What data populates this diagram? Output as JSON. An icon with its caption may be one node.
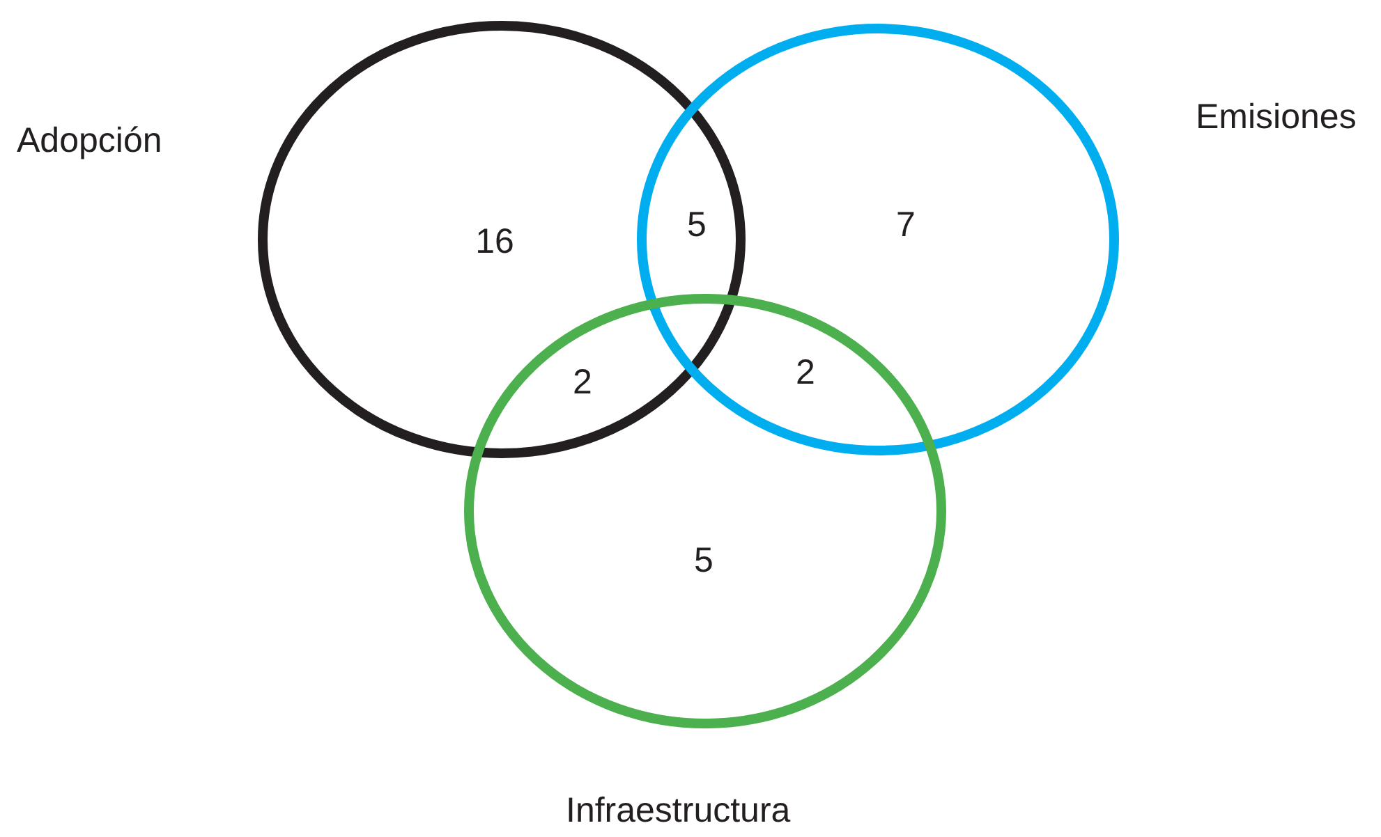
{
  "diagram": {
    "nodes": [
      {
        "text": [
          "Adopción"
        ]
      },
      {
        "text": [
          "Emisiones"
        ]
      },
      {
        "text": [
          "Infraestructura"
        ]
      }
    ],
    "labels": [
      "16",
      "5",
      "7",
      "2",
      "2",
      "5"
    ]
  }
}
